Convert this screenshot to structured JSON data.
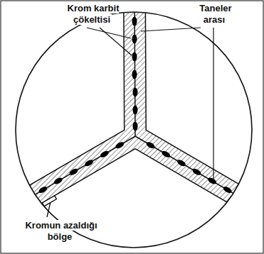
{
  "diagram": {
    "labels": [
      "Krom karbit çökeltisi",
      "Taneler arası",
      "Kromun azaldığı bölge"
    ]
  }
}
